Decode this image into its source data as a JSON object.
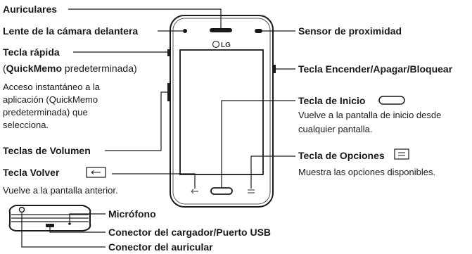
{
  "labels": {
    "earpiece": "Auriculares",
    "front_camera": "Lente de la cámara delantera",
    "proximity_sensor": "Sensor de proximidad",
    "quick_key": "Tecla rápida",
    "quick_key_default_bold": "QuickMemo",
    "quick_key_default_rest": " predeterminada)",
    "quick_key_desc": [
      "Acceso instantáneo a la",
      "aplicación (QuickMemo",
      "predeterminada) que",
      "selecciona."
    ],
    "power_key": "Tecla Encender/Apagar/Bloquear",
    "home_key": "Tecla de Inicio",
    "home_key_desc": [
      "Vuelve a la pantalla de inicio desde",
      "cualquier pantalla."
    ],
    "volume_keys": "Teclas de Volumen",
    "back_key": "Tecla Volver",
    "back_key_desc": "Vuelve a la pantalla anterior.",
    "options_key": "Tecla de Opciones",
    "options_key_desc": "Muestra las opciones disponibles.",
    "microphone": "Micrófono",
    "charger_port": "Conector del cargador/Puerto USB",
    "headset_jack": "Conector del auricular"
  },
  "phone": {
    "brand": "LG"
  }
}
